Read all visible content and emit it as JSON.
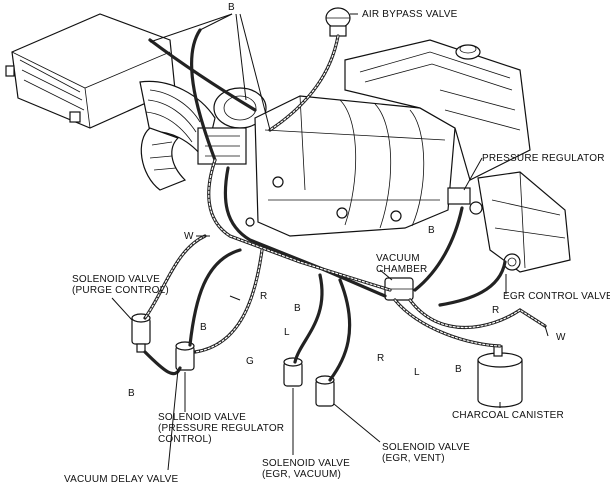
{
  "labels": {
    "air_bypass_valve": "AIR BYPASS VALVE",
    "pressure_regulator": "PRESSURE REGULATOR",
    "vacuum_chamber_1": "VACUUM",
    "vacuum_chamber_2": "CHAMBER",
    "egr_control_valve": "EGR CONTROL VALVE",
    "charcoal_canister": "CHARCOAL CANISTER",
    "sv_purge_1": "SOLENOID VALVE",
    "sv_purge_2": "(PURGE CONTROL)",
    "sv_pressure_1": "SOLENOID VALVE",
    "sv_pressure_2": "(PRESSURE REGULATOR",
    "sv_pressure_3": "CONTROL)",
    "vacuum_delay_valve": "VACUUM DELAY VALVE",
    "sv_egr_vacuum_1": "SOLENOID VALVE",
    "sv_egr_vacuum_2": "(EGR, VACUUM)",
    "sv_egr_vent_1": "SOLENOID VALVE",
    "sv_egr_vent_2": "(EGR, VENT)"
  },
  "hose_codes": {
    "b_top": "B",
    "w_left": "W",
    "r_mid": "R",
    "b_left": "B",
    "b_bottom_left": "B",
    "g": "G",
    "b_center": "B",
    "l_center": "L",
    "r_center": "R",
    "l_lower": "L",
    "b_right": "B",
    "b_lower_right": "B",
    "r_right": "R",
    "w_right": "W"
  }
}
